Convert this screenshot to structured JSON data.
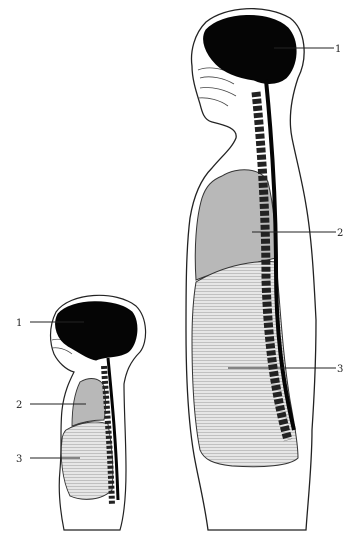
{
  "colors": {
    "background": "#ffffff",
    "outline": "#222222",
    "brain": "#050505",
    "chest": "#b8b8b8",
    "abdomen": "#e3e3e3"
  },
  "adult": {
    "labels": [
      {
        "id": "brain",
        "text": "1"
      },
      {
        "id": "chest",
        "text": "2"
      },
      {
        "id": "abdomen",
        "text": "3"
      }
    ]
  },
  "child": {
    "labels": [
      {
        "id": "brain",
        "text": "1"
      },
      {
        "id": "chest",
        "text": "2"
      },
      {
        "id": "abdomen",
        "text": "3"
      }
    ]
  }
}
